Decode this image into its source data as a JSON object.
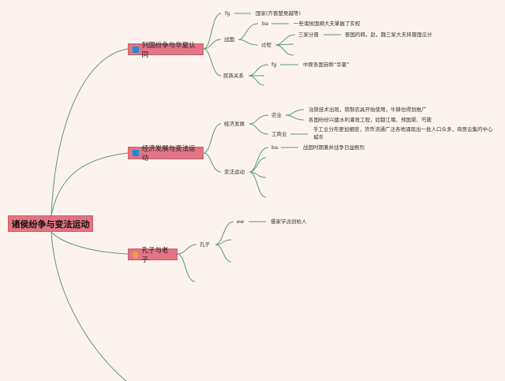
{
  "root": "诸侯纷争与变法运动",
  "colors": {
    "node": "#e27583",
    "line": "#5a9a78",
    "flag": "#1a8fd6",
    "hand": "#f0a040"
  },
  "branches": [
    {
      "label": "列国纷争与华夏认同",
      "icon": "flag-icon",
      "fg": "fg",
      "fg_text": "国家(齐晋楚吴越等)",
      "zhanguo": "战国",
      "ba": "ba",
      "ba_text": "一些诸侯国卿大夫掌握了实权",
      "guocheng": "过程",
      "sanjia": "三家分晋",
      "sanjia_text": "晋国的韩，赵，魏三家大夫将晋国瓜分",
      "minzu": "民族关系",
      "fg2": "fg",
      "fg2_text": "中原各国自称“华夏”"
    },
    {
      "label": "经济发展与变法运动",
      "icon": "flag-icon",
      "jingji": "经济发展",
      "nongye": "农业",
      "nongye_1": "冶铁技术出现，铁制农具开始使用，牛耕也得到推广",
      "nongye_2": "各国纷纷兴建水利灌溉工程，如都江堰、郑国渠、芍陂",
      "gongshang": "工商业",
      "gongshang_text_1": "手工业分布更加细密，货币流通广泛各地涌现出一批人口众多，商贾云集的中心",
      "gongshang_text_2": "城市",
      "bianfa": "变法运动",
      "ba": "ba",
      "ba_text": "战国时期兼并战争日益剧烈"
    },
    {
      "label": "孔子与老子",
      "icon": "hand-icon",
      "kongzi": "孔子",
      "ew": "ew",
      "ew_text": "儒家学派创始人"
    }
  ]
}
